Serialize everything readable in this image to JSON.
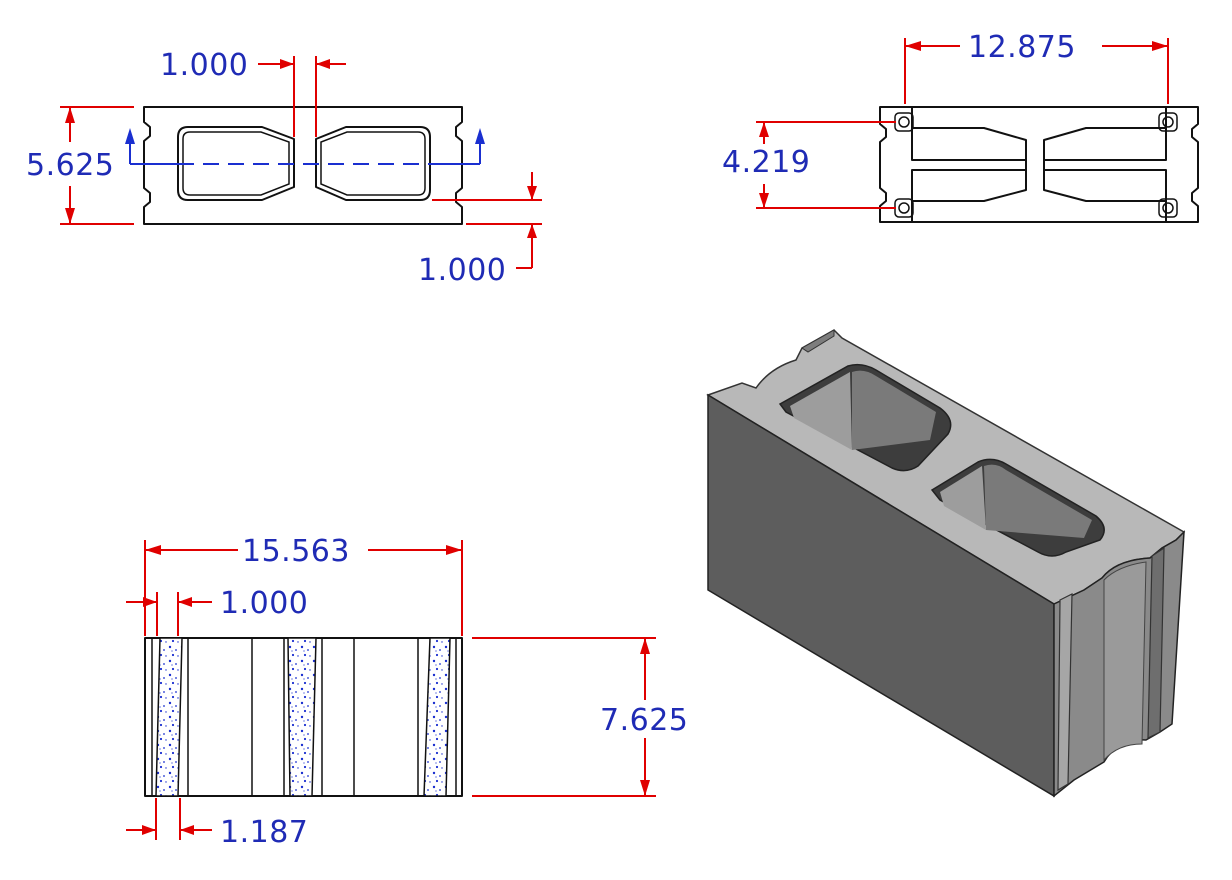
{
  "title": "",
  "views": {
    "top_view": {
      "dims": {
        "web_thickness": "1.000",
        "width": "5.625",
        "face_shell_thickness": "1.000"
      }
    },
    "bottom_view": {
      "dims": {
        "length": "12.875",
        "width": "4.219"
      }
    },
    "section_view": {
      "dims": {
        "overall_length": "15.563",
        "end_web": "1.000",
        "end_shell": "1.187",
        "height": "7.625"
      }
    },
    "iso_view": {}
  },
  "colors": {
    "dimension_lines": "#e00000",
    "dimension_text": "#1f2bb5",
    "section_line": "#1a2fd0",
    "object_lines": "#111111",
    "block_face_dark": "#5f5f5f",
    "block_face_light": "#a8a8a8"
  }
}
